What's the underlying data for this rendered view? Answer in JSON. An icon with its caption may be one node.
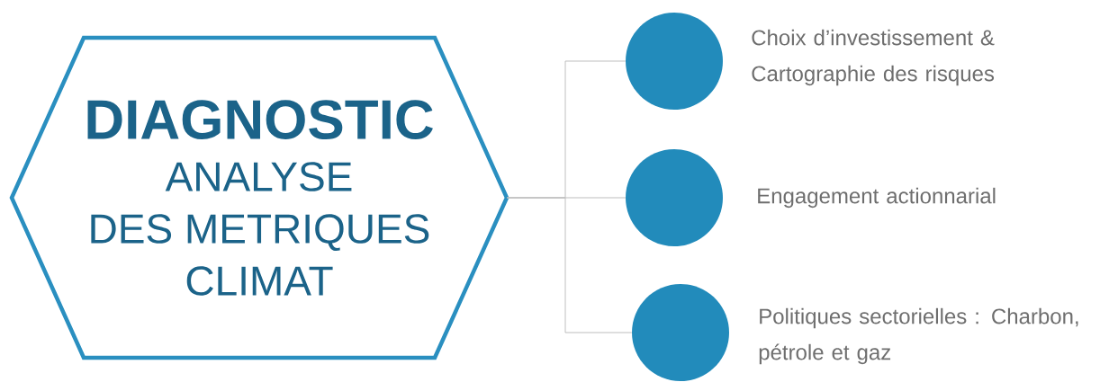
{
  "diagram": {
    "nodes": [
      {
        "text": [
          "DIAGNOSTIC",
          "ANALYSE DES METRIQUES CLIMAT"
        ]
      },
      {
        "text": [],
        "shape": "circle",
        "beside": [
          "Choix d’investissement & Cartographie des risques"
        ]
      },
      {
        "text": [],
        "shape": "circle",
        "beside": [
          "Engagement actionnarial"
        ]
      },
      {
        "text": [],
        "shape": "circle",
        "beside": [
          "Politiques sectorielles : Charbon, pétrole et gaz"
        ]
      }
    ],
    "edges": [
      {
        "from": 0,
        "to": 1,
        "arrow": "none"
      },
      {
        "from": 0,
        "to": 2,
        "arrow": "none"
      },
      {
        "from": 0,
        "to": 3,
        "arrow": "none"
      }
    ]
  }
}
